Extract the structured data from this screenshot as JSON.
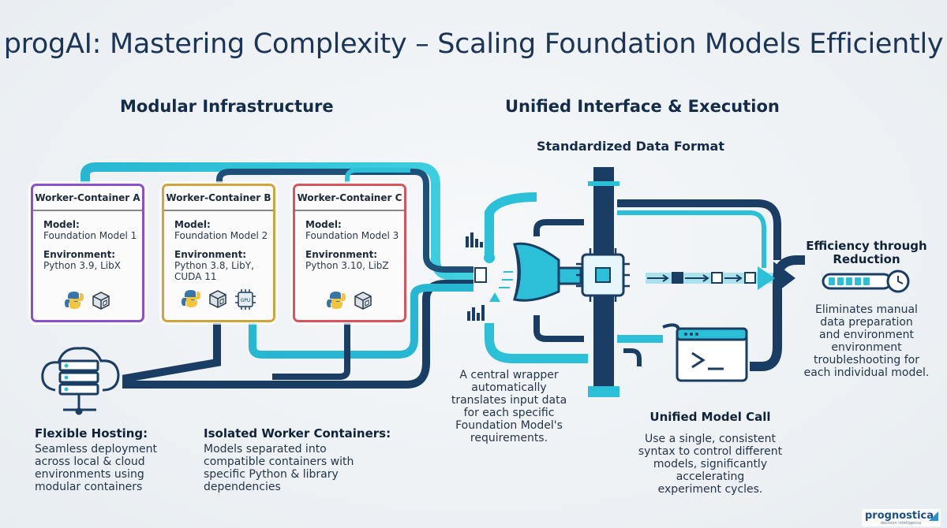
{
  "title": "progAI: Mastering Complexity – Scaling Foundation Models Efficiently",
  "sections": {
    "modular": "Modular Infrastructure",
    "unified": "Unified Interface & Execution",
    "standardized": "Standardized Data Format"
  },
  "containers": [
    {
      "header": "Worker-Container A",
      "model_label": "Model:",
      "model": "Foundation Model 1",
      "env_label": "Environment:",
      "env": "Python 3.9, LibX",
      "border": "#8a4fc9",
      "icons": [
        "python-icon",
        "package-icon"
      ]
    },
    {
      "header": "Worker-Container B",
      "model_label": "Model:",
      "model": "Foundation Model 2",
      "env_label": "Environment:",
      "env": "Python 3.8, LibY, CUDA 11",
      "border": "#d1a43a",
      "icons": [
        "python-icon",
        "package-icon",
        "gpu-icon"
      ]
    },
    {
      "header": "Worker-Container C",
      "model_label": "Model:",
      "model": "Foundation Model 3",
      "env_label": "Environment:",
      "env": "Python 3.10, LibZ",
      "border": "#d9535b",
      "icons": [
        "python-icon",
        "package-icon"
      ]
    }
  ],
  "gpu_label": "GPU",
  "hosting": {
    "title": "Flexible Hosting:",
    "text": [
      "Seamless deployment",
      "across local & cloud",
      "environments using",
      "modular containers"
    ]
  },
  "isolated": {
    "title": "Isolated Worker Containers:",
    "text": [
      "Models separated into",
      "compatible containers with",
      "specific Python & library",
      "dependencies"
    ]
  },
  "wrapper": {
    "text": [
      "A central wrapper",
      "automatically",
      "translates input data",
      "for each specific",
      "Foundation Model's",
      "requirements."
    ]
  },
  "unified_call": {
    "title": "Unified Model Call",
    "text": [
      "Use a single, consistent",
      "syntax to control different",
      "models, significantly",
      "accelerating",
      "experiment cycles."
    ]
  },
  "efficiency": {
    "title": [
      "Efficiency through",
      "Reduction"
    ],
    "text": [
      "Eliminates manual",
      "data preparation",
      "and environment",
      "environment",
      "troubleshooting for",
      "each individual model."
    ]
  },
  "logo": {
    "name": "prognostica",
    "tagline": "decision intelligence"
  },
  "colors": {
    "navy": "#1a3e63",
    "cyan": "#2bc0d8",
    "dark": "#0f2238"
  }
}
